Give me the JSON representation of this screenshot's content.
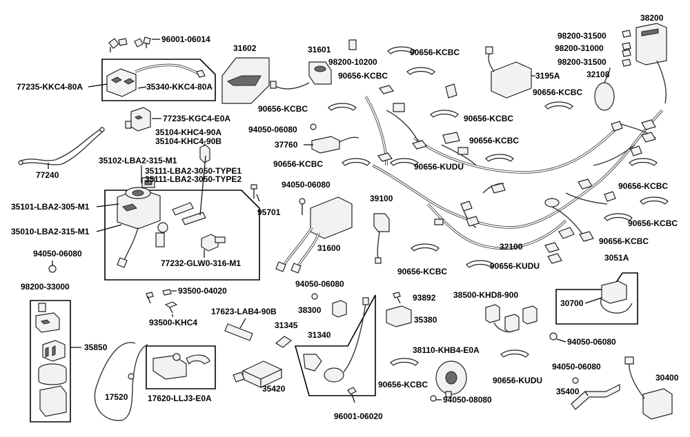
{
  "labels": {
    "l96001_06014": "96001-06014",
    "l77235_kkc4": "77235-KKC4-80A",
    "l35340": "35340-KKC4-80A",
    "l31602": "31602",
    "l31601": "31601",
    "l98200_10200": "98200-10200",
    "l77235_kgc4": "77235-KGC4-E0A",
    "l35104a": "35104-KHC4-90A",
    "l35104b": "35104-KHC4-90B",
    "l77240": "77240",
    "l35102": "35102-LBA2-315-M1",
    "l35111a": "35111-LBA2-3050-TYPE1",
    "l35111b": "35111-LBA2-3050-TYPE2",
    "l35101": "35101-LBA2-305-M1",
    "l35010": "35010-LBA2-315-M1",
    "l95701": "95701",
    "l77232": "77232-GLW0-316-M1",
    "l94050_a": "94050-06080",
    "l98200_33000": "98200-33000",
    "l35850": "35850",
    "l93500_04020": "93500-04020",
    "l93500_khc4": "93500-KHC4",
    "l17623": "17623-LAB4-90B",
    "l17520": "17520",
    "l17620": "17620-LLJ3-E0A",
    "l90656_1": "90656-KCBC",
    "l90656_2": "90656-KCBC",
    "l90656_3": "90656-KCBC",
    "l90656_4": "90656-KCBC",
    "l94050_b": "94050-06080",
    "l37760": "37760",
    "l90656_5": "90656-KCBC",
    "l90656_kudu1": "90656-KUDU",
    "l94050_c": "94050-06080",
    "l39100": "39100",
    "l31600": "31600",
    "l90656_6": "90656-KCBC",
    "l90656_kudu2": "90656-KUDU",
    "l94050_d": "94050-06080",
    "l38300": "38300",
    "l31345": "31345",
    "l31340": "31340",
    "l35420": "35420",
    "l96001_06020": "96001-06020",
    "l93892": "93892",
    "l35380": "35380",
    "l38500": "38500-KHD8-900",
    "l38110": "38110-KHB4-E0A",
    "l90656_7": "90656-KCBC",
    "l94050_08080": "94050-08080",
    "l90656_kudu3": "90656-KUDU",
    "l3195a": "3195A",
    "l90656_8": "90656-KCBC",
    "l32108": "32108",
    "l90656_9": "90656-KCBC",
    "l32100": "32100",
    "l38200": "38200",
    "l98200_31500a": "98200-31500",
    "l98200_31000": "98200-31000",
    "l98200_31500b": "98200-31500",
    "l90656_10": "90656-KCBC",
    "l90656_11": "90656-KCBC",
    "l90656_12": "90656-KCBC",
    "l3051a": "3051A",
    "l30700": "30700",
    "l94050_e": "94050-06080",
    "l94050_f": "94050-06080",
    "l35400": "35400",
    "l30400": "30400"
  }
}
